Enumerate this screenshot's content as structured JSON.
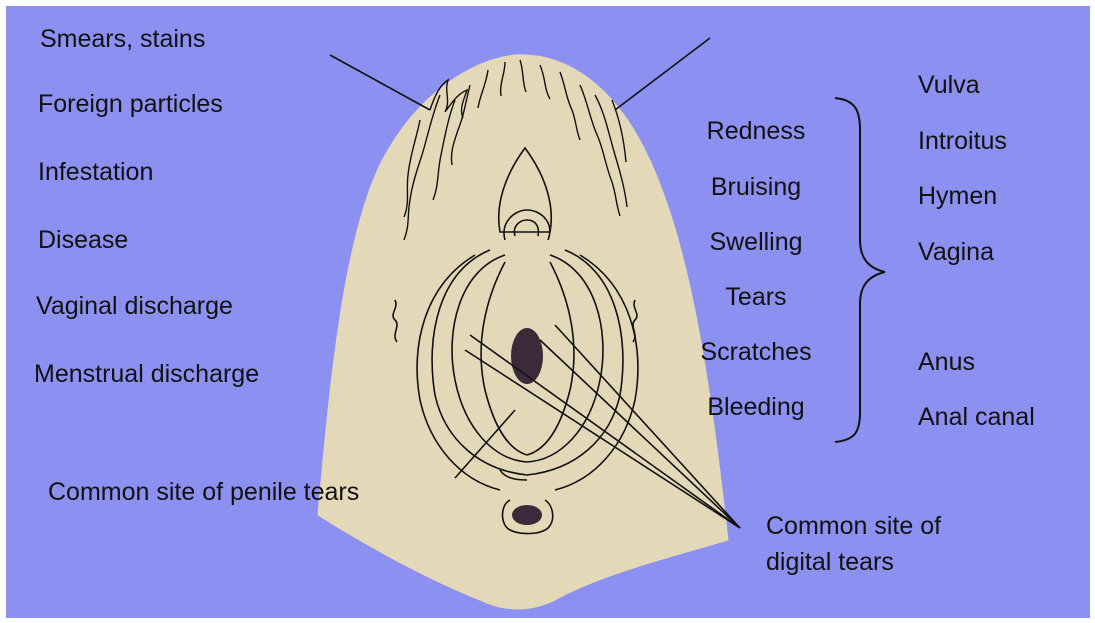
{
  "left_labels": [
    "Smears, stains",
    "Foreign particles",
    "Infestation",
    "Disease",
    "Vaginal discharge",
    "Menstrual discharge"
  ],
  "injury_types": [
    "Redness",
    "Bruising",
    "Swelling",
    "Tears",
    "Scratches",
    "Bleeding"
  ],
  "anatomy_labels": [
    "Vulva",
    "Introitus",
    "Hymen",
    "Vagina",
    "Anus",
    "Anal canal"
  ],
  "penile_tears_label": "Common site of penile tears",
  "digital_tears_label": [
    "Common site of",
    "digital tears"
  ],
  "colors": {
    "background": "#8c90f0",
    "figure": "#e3d9b8",
    "ink": "#111111"
  }
}
